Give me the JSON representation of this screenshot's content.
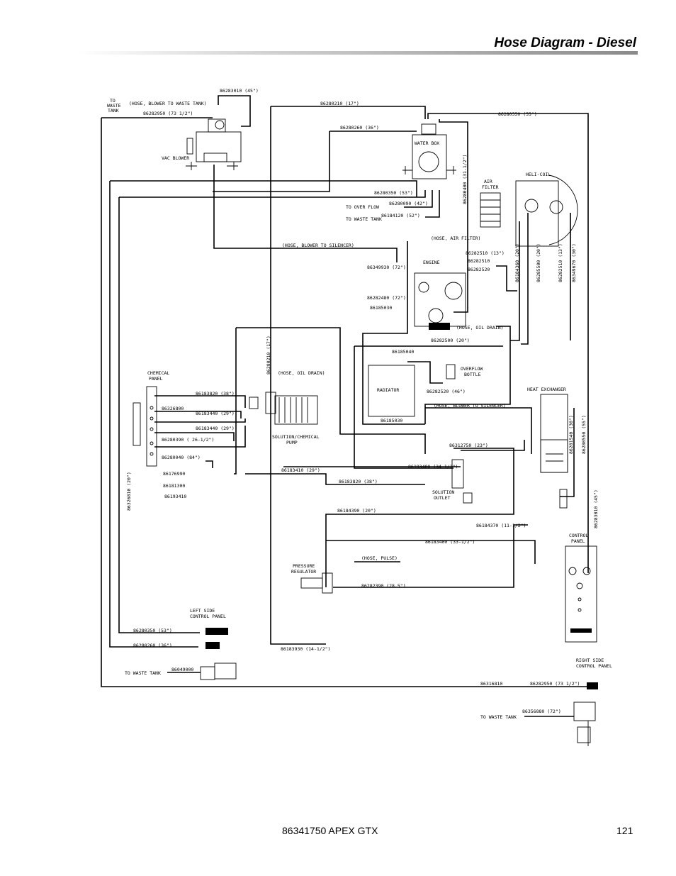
{
  "header": {
    "title": "Hose Diagram - Diesel"
  },
  "footer": {
    "doc": "86341750  APEX GTX",
    "page": "121"
  },
  "diagram": {
    "components": {
      "vac_blower": "VAC BLOWER",
      "water_box": "WATER BOX",
      "heli_coil": "HELI-COIL",
      "air_filter_1": "AIR",
      "air_filter_2": "FILTER",
      "engine": "ENGINE",
      "chemical_panel_1": "CHEMICAL",
      "chemical_panel_2": "PANEL",
      "radiator": "RADIATOR",
      "overflow_bottle_1": "OVERFLOW",
      "overflow_bottle_2": "BOTTLE",
      "heat_exchanger": "HEAT EXCHANGER",
      "pump_1": "SOLUTION/CHEMICAL",
      "pump_2": "PUMP",
      "solution_outlet_1": "SOLUTION",
      "solution_outlet_2": "OUTLET",
      "pressure_regulator_1": "PRESSURE",
      "pressure_regulator_2": "REGULATOR",
      "control_panel_1": "CONTROL",
      "control_panel_2": "PANEL",
      "left_side_panel_1": "LEFT SIDE",
      "left_side_panel_2": "CONTROL PANEL",
      "right_side_panel_1": "RIGHT SIDE",
      "right_side_panel_2": "CONTROL PANEL"
    },
    "labels": {
      "to_waste_tank_1": "TO",
      "to_waste_tank_2": "WASTE",
      "to_waste_tank_3": "TANK",
      "hose_blower_waste": "(HOSE, BLOWER TO WASTE TANK)",
      "p86283010": "86283010 (45\")",
      "p86282950": "86282950 (73 1/2\")",
      "p86280210": "86280210 (17\")",
      "p86280260": "86280260 (36\")",
      "p86280550": "86280550 (55\")",
      "p86280350": "86280350 (53\")",
      "p86280090": "86280090 (42\")",
      "to_over_flow": "TO OVER FLOW",
      "to_waste_tank_line": "TO WASTE TANK",
      "p86184120": "86184120 (52\")",
      "p86280400_v": "86280400 (31-1/2\")",
      "hose_blower_silencer": "(HOSE, BLOWER TO SILENCER)",
      "hose_air_filter": "(HOSE, AIR FILTER)",
      "p86282510_13": "86282510 (13\")",
      "p86282510": "86282510",
      "p86282520": "86282520",
      "p86349930": "86349930 (72\")",
      "p86282480": "86282480 (72\")",
      "p86185030_engine": "86185030",
      "hose_oil_drain": "(HOSE, OIL DRAIN)",
      "p86282500": "86282500 (20\")",
      "v_86184360": "86184360 (20\")",
      "v_86285500": "86285500 (20\")",
      "v_86282510": "86282510 (13\")",
      "v_86349670": "86349670 (30\")",
      "p86185040": "86185040",
      "p86282520_46": "86282520 (46\")",
      "p86185030": "86185030",
      "hose_blower_silencer_2": "(HOSE, BLOWER TO SILENCER)",
      "hose_oil_drain_pump": "(HOSE, OIL DRAIN)",
      "v_86280210": "86280210 (17\")",
      "p86183820_38": "86183820 (38\")",
      "p86326800": "86326800",
      "p86183440_29a": "86183440 (29\")",
      "p86183440_29b": "86183440 (29\")",
      "p86280390_26": "86280390 ( 26-1/2\")",
      "p86280040": "86280040 (84\")",
      "p86176990": "86176990",
      "p86181300": "86181300",
      "p86193410": "86193410",
      "v_86326810": "86326810 (20\")",
      "p86312750": "86312750 (23\")",
      "p86183400_34": "86183400 (34-1/2\")",
      "p86183410": "86183410 (29\")",
      "p86183820": "86183820 (38\")",
      "v_86281540": "86281540 (30\")",
      "v_86280550": "86280550 (55\")",
      "v_86283010": "86283010 (45\")",
      "p86184390": "86184390 (20\")",
      "p86184370": "86184370 (11-1/2\")",
      "p86183400_33": "86183400 (33-1/2\")",
      "hose_pulse": "(HOSE, PULSE)",
      "p86282390": "86282390 (28.5\")",
      "p86280350_53": "86280350 (53\")",
      "p86280260_36": "86280260 (36\")",
      "p86183930": "86183930 (14-1/2\")",
      "to_waste_tank_bottom": "TO WASTE TANK",
      "p86049000": "86049000",
      "p86316810": "86316810",
      "p86282950_right": "86282950 (73 1/2\")",
      "to_waste_tank_right": "TO WASTE TANK",
      "p86356880": "86356880 (72\")"
    }
  }
}
